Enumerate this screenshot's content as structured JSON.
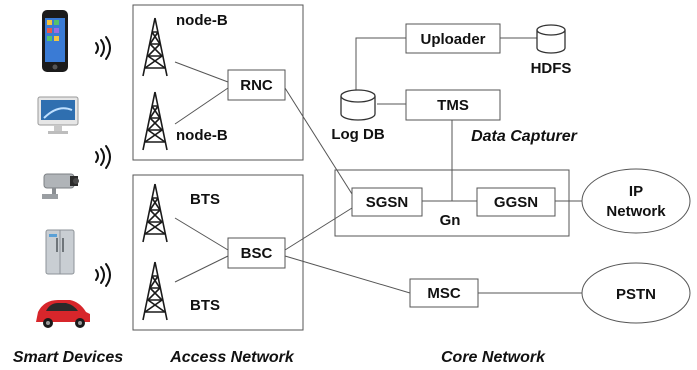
{
  "diagram": {
    "nodes": {
      "node_b_top": "node-B",
      "node_b_bottom": "node-B",
      "rnc": "RNC",
      "bts_top": "BTS",
      "bts_bottom": "BTS",
      "bsc": "BSC",
      "uploader": "Uploader",
      "hdfs": "HDFS",
      "log_db": "Log DB",
      "tms": "TMS",
      "data_capturer": "Data Capturer",
      "sgsn": "SGSN",
      "ggsn": "GGSN",
      "gn": "Gn",
      "msc": "MSC",
      "ip_network_line1": "IP",
      "ip_network_line2": "Network",
      "pstn": "PSTN"
    },
    "captions": {
      "smart_devices": "Smart Devices",
      "access_network": "Access Network",
      "core_network": "Core Network"
    },
    "devices": [
      "smartphone-icon",
      "desktop-computer-icon",
      "security-camera-icon",
      "refrigerator-icon",
      "car-icon"
    ],
    "colors": {
      "phone_screen": "#3a7bd5",
      "camera_body": "#b0b4b8",
      "car_body": "#d7262b",
      "fridge_body": "#c9ced3"
    }
  }
}
